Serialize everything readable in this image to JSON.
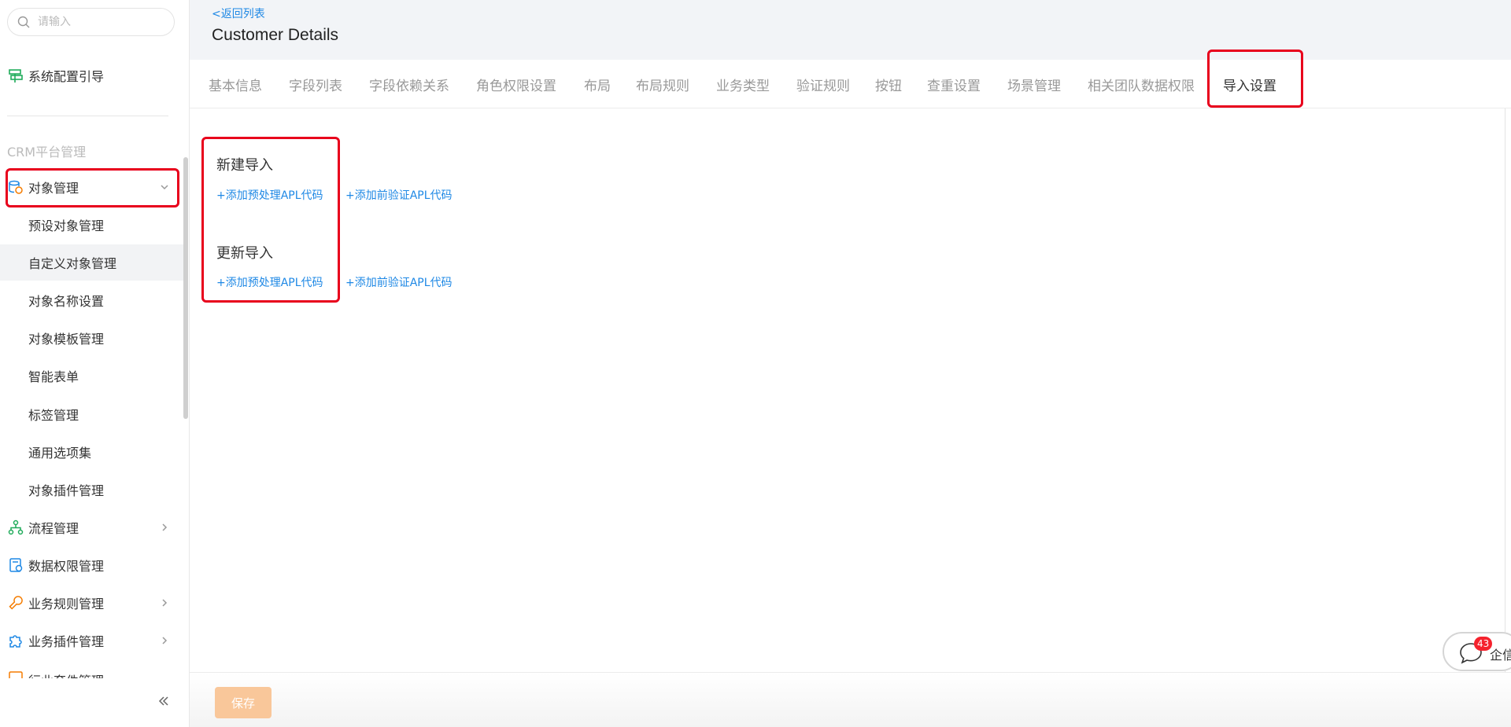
{
  "search": {
    "placeholder": "请输入"
  },
  "sidebar": {
    "guide": "系统配置引导",
    "section_title": "CRM平台管理",
    "object_mgmt": "对象管理",
    "sub_items": [
      "预设对象管理",
      "自定义对象管理",
      "对象名称设置",
      "对象模板管理",
      "智能表单",
      "标签管理",
      "通用选项集",
      "对象插件管理"
    ],
    "flow_mgmt": "流程管理",
    "data_perm": "数据权限管理",
    "biz_rules": "业务规则管理",
    "biz_plugins": "业务插件管理",
    "industry_partial": "行业套件管理",
    "collapse_icon": "double-chevron-left-icon"
  },
  "header": {
    "back_link": "<返回列表",
    "title": "Customer Details"
  },
  "tabs": [
    "基本信息",
    "字段列表",
    "字段依赖关系",
    "角色权限设置",
    "布局",
    "布局规则",
    "业务类型",
    "验证规则",
    "按钮",
    "查重设置",
    "场景管理",
    "相关团队数据权限",
    "导入设置"
  ],
  "active_tab": "导入设置",
  "import": {
    "new_title": "新建导入",
    "update_title": "更新导入",
    "add_preprocess": "+添加预处理APL代码",
    "add_prevalidate": "+添加前验证APL代码"
  },
  "footer": {
    "save": "保存"
  },
  "chat": {
    "badge": "43",
    "label": "企信"
  },
  "colors": {
    "accent": "#1e88e5",
    "save_btn": "#f9c79a",
    "highlight": "#e8001c"
  }
}
